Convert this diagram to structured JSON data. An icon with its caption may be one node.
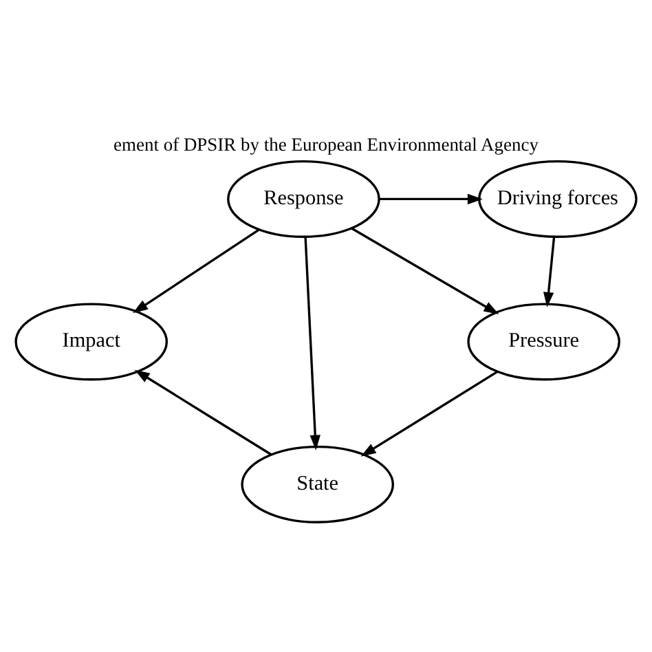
{
  "diagram": {
    "title": "ement of DPSIR by the European Environmental Agency",
    "nodes": [
      {
        "text": [
          "Driving forces"
        ]
      },
      {
        "text": [
          "Response"
        ]
      },
      {
        "text": [
          "Pressure"
        ]
      },
      {
        "text": [
          "Impact"
        ]
      },
      {
        "text": [
          "State"
        ]
      }
    ],
    "edges": [
      {
        "from": 1,
        "to": 0,
        "arrow": "to"
      },
      {
        "from": 0,
        "to": 2,
        "arrow": "to"
      },
      {
        "from": 1,
        "to": 2,
        "arrow": "to"
      },
      {
        "from": 1,
        "to": 4,
        "arrow": "to"
      },
      {
        "from": 1,
        "to": 3,
        "arrow": "to"
      },
      {
        "from": 2,
        "to": 4,
        "arrow": "to"
      },
      {
        "from": 4,
        "to": 3,
        "arrow": "to"
      }
    ]
  }
}
